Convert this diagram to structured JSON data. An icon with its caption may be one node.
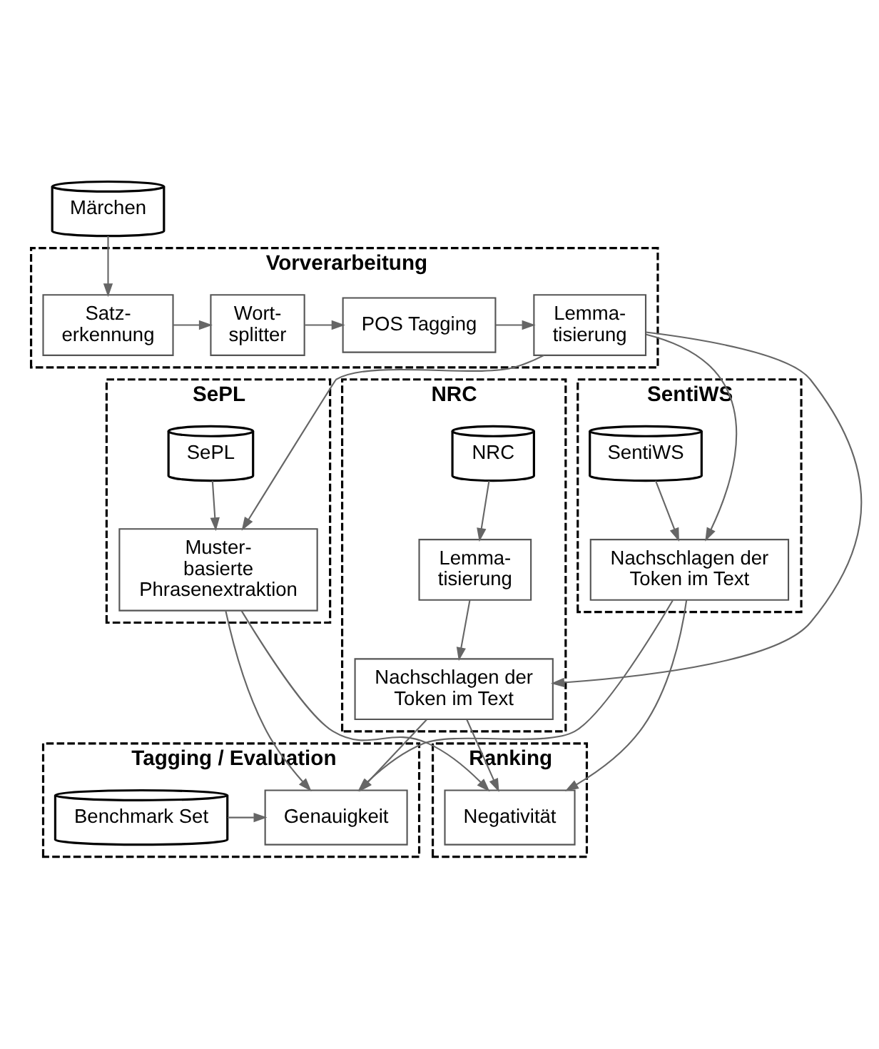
{
  "diagram": {
    "nodes": [
      {
        "text": [
          "Märchen"
        ]
      },
      {
        "text": [
          "Vorverarbeitung"
        ]
      },
      {
        "text": [
          "Satz-erkennung"
        ],
        "in": 1
      },
      {
        "text": [
          "Wort-splitter"
        ],
        "in": 1
      },
      {
        "text": [
          "POS Tagging"
        ],
        "in": 1
      },
      {
        "text": [
          "Lemma-tisierung"
        ],
        "in": 1
      },
      {
        "text": [
          "SePL"
        ]
      },
      {
        "text": [
          "SePL"
        ],
        "in": 6
      },
      {
        "text": [
          "Muster-basierte Phrasenextraktion"
        ],
        "in": 6
      },
      {
        "text": [
          "NRC"
        ]
      },
      {
        "text": [
          "NRC"
        ],
        "in": 9
      },
      {
        "text": [
          "Lemma-tisierung"
        ],
        "in": 9
      },
      {
        "text": [
          "Nachschlagen der Token im Text"
        ],
        "in": 9
      },
      {
        "text": [
          "SentiWS"
        ]
      },
      {
        "text": [
          "SentiWS"
        ],
        "in": 13
      },
      {
        "text": [
          "Nachschlagen der Token im Text"
        ],
        "in": 13
      },
      {
        "text": [
          "Tagging / Evaluation"
        ]
      },
      {
        "text": [
          "Benchmark Set"
        ],
        "in": 16
      },
      {
        "text": [
          "Genauigkeit"
        ],
        "in": 16
      },
      {
        "text": [
          "Ranking"
        ]
      },
      {
        "text": [
          "Negativität"
        ],
        "in": 19
      }
    ],
    "edges": [
      {
        "from": 0,
        "to": 2,
        "arrow": "to"
      },
      {
        "from": 2,
        "to": 3,
        "arrow": "to"
      },
      {
        "from": 3,
        "to": 4,
        "arrow": "to"
      },
      {
        "from": 4,
        "to": 5,
        "arrow": "to"
      },
      {
        "from": 5,
        "to": 8,
        "arrow": "to"
      },
      {
        "from": 5,
        "to": 12,
        "arrow": "to"
      },
      {
        "from": 5,
        "to": 15,
        "arrow": "to"
      },
      {
        "from": 7,
        "to": 8,
        "arrow": "to"
      },
      {
        "from": 10,
        "to": 11,
        "arrow": "to"
      },
      {
        "from": 11,
        "to": 12,
        "arrow": "to"
      },
      {
        "from": 14,
        "to": 15,
        "arrow": "to"
      },
      {
        "from": 8,
        "to": 18,
        "arrow": "to"
      },
      {
        "from": 8,
        "to": 20,
        "arrow": "to"
      },
      {
        "from": 12,
        "to": 18,
        "arrow": "to"
      },
      {
        "from": 12,
        "to": 20,
        "arrow": "to"
      },
      {
        "from": 15,
        "to": 18,
        "arrow": "to"
      },
      {
        "from": 15,
        "to": 20,
        "arrow": "to"
      },
      {
        "from": 17,
        "to": 18,
        "arrow": "to"
      }
    ]
  }
}
